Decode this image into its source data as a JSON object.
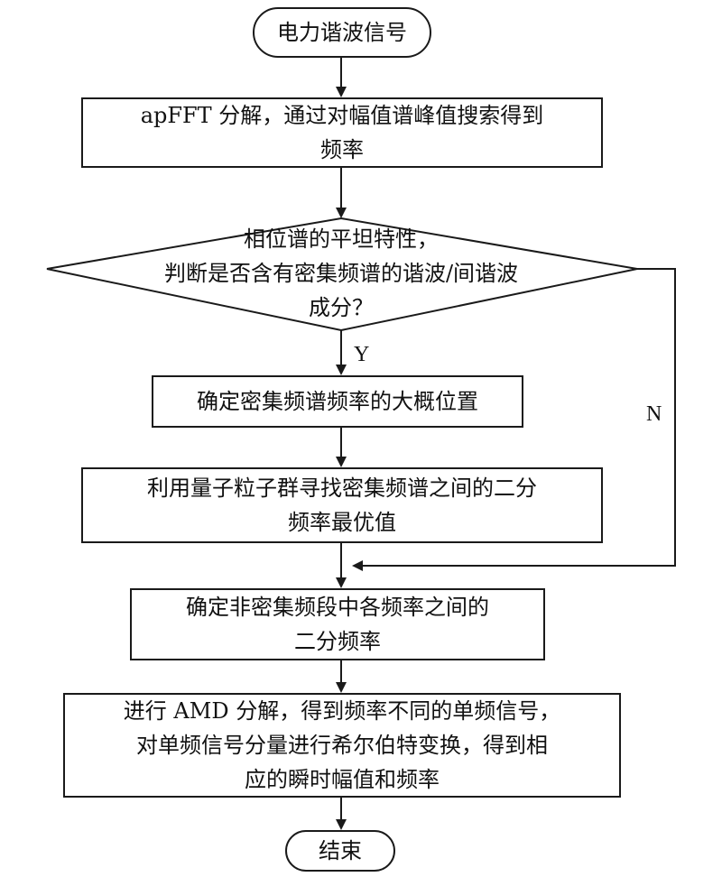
{
  "flowchart": {
    "start": "电力谐波信号",
    "step1": [
      "apFFT 分解，通过对幅值谱峰值搜索得到",
      "频率"
    ],
    "decision": [
      "相位谱的平坦特性，",
      "判断是否含有密集频谱的谐波/间谐波",
      "成分？"
    ],
    "yes_label": "Y",
    "no_label": "N",
    "step2": "确定密集频谱频率的大概位置",
    "step3": [
      "利用量子粒子群寻找密集频谱之间的二分",
      "频率最优值"
    ],
    "step4": [
      "确定非密集频段中各频率之间的",
      "二分频率"
    ],
    "step5": [
      "进行 AMD 分解，得到频率不同的单频信号，",
      "对单频信号分量进行希尔伯特变换，得到相",
      "应的瞬时幅值和频率"
    ],
    "end": "结束"
  }
}
